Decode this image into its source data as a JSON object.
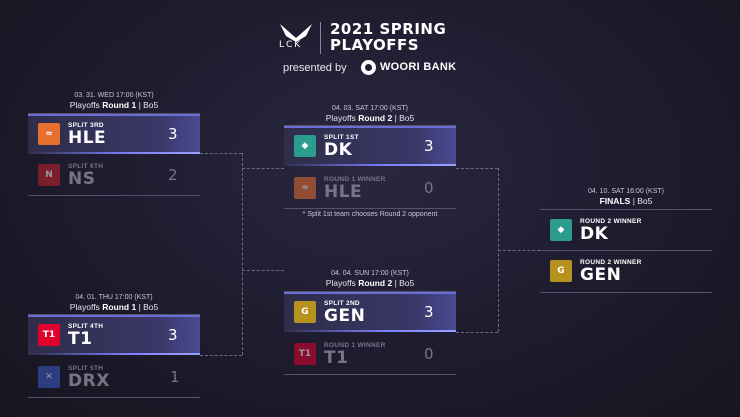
{
  "header": {
    "logo_text": "LCK",
    "title_line1": "2021 SPRING",
    "title_line2": "PLAYOFFS",
    "presented_by": "presented by",
    "sponsor": "WOORI BANK"
  },
  "round1_match1": {
    "datetime": "03. 31. WED 17:00 (KST)",
    "round_prefix": "Playoffs",
    "round_name": "Round 1",
    "format": "| Bo5",
    "team1": {
      "seed": "SPLIT 3RD",
      "name": "HLE",
      "score": "3",
      "icon": "hanwha-life-logo",
      "color": "#e8702f"
    },
    "team2": {
      "seed": "SPLIT 6TH",
      "name": "NS",
      "score": "2",
      "icon": "nongshim-logo",
      "color": "#c8232c"
    }
  },
  "round1_match2": {
    "datetime": "04. 01. THU 17:00 (KST)",
    "round_prefix": "Playoffs",
    "round_name": "Round 1",
    "format": "| Bo5",
    "team1": {
      "seed": "SPLIT 4TH",
      "name": "T1",
      "score": "3",
      "icon": "t1-logo",
      "color": "#e2012d"
    },
    "team2": {
      "seed": "SPLIT 5TH",
      "name": "DRX",
      "score": "1",
      "icon": "drx-logo",
      "color": "#3b5ccc"
    }
  },
  "round2_match1": {
    "datetime": "04. 03. SAT 17:00 (KST)",
    "round_prefix": "Playoffs",
    "round_name": "Round 2",
    "format": "| Bo5",
    "team1": {
      "seed": "SPLIT 1ST",
      "name": "DK",
      "score": "3",
      "icon": "damwon-kia-logo",
      "color": "#2a9d8f"
    },
    "team2": {
      "seed": "ROUND 1 WINNER",
      "name": "HLE",
      "score": "0",
      "icon": "hanwha-life-logo",
      "color": "#e8702f"
    },
    "note": "* Split 1st team chooses Round 2 opponent"
  },
  "round2_match2": {
    "datetime": "04. 04. SUN 17:00 (KST)",
    "round_prefix": "Playoffs",
    "round_name": "Round 2",
    "format": "| Bo5",
    "team1": {
      "seed": "SPLIT 2ND",
      "name": "GEN",
      "score": "3",
      "icon": "gen-g-logo",
      "color": "#b8921e"
    },
    "team2": {
      "seed": "ROUND 1 WINNER",
      "name": "T1",
      "score": "0",
      "icon": "t1-logo",
      "color": "#e2012d"
    }
  },
  "finals": {
    "datetime": "04. 10. SAT 16:00 (KST)",
    "round_name": "FINALS",
    "format": "| Bo5",
    "team1": {
      "seed": "ROUND 2 WINNER",
      "name": "DK",
      "icon": "damwon-kia-logo",
      "color": "#2a9d8f"
    },
    "team2": {
      "seed": "ROUND 2 WINNER",
      "name": "GEN",
      "icon": "gen-g-logo",
      "color": "#b8921e"
    }
  }
}
